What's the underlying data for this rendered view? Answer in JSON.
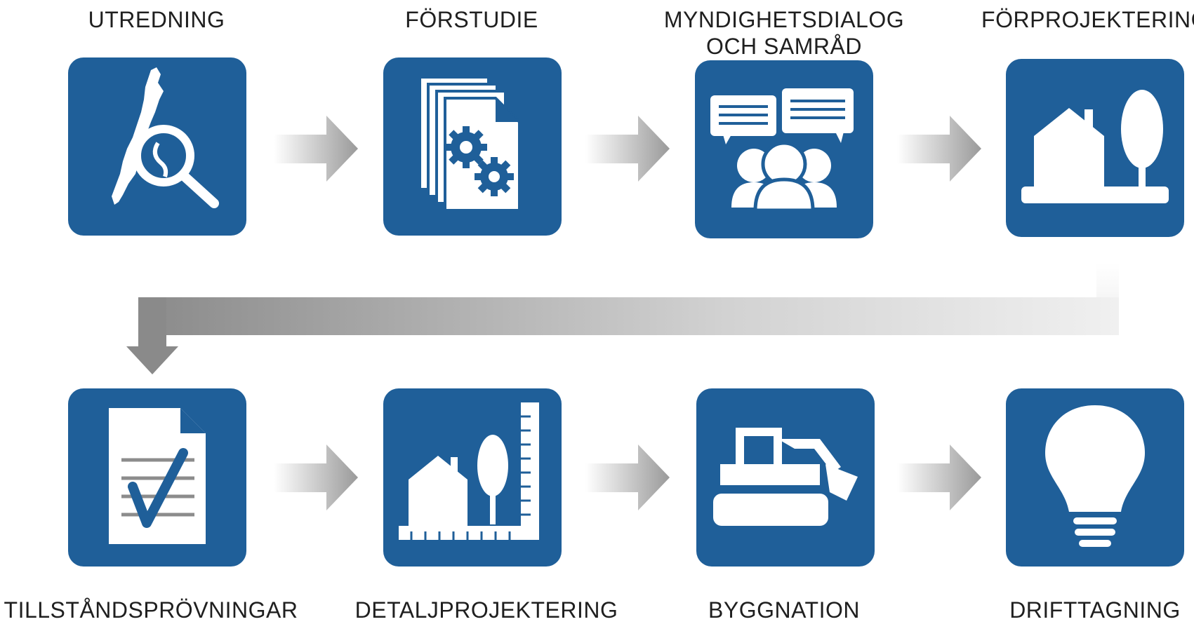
{
  "steps": [
    {
      "label": "UTREDNING",
      "icon": "sweden-map-magnifier-icon"
    },
    {
      "label": "FÖRSTUDIE",
      "icon": "documents-gears-icon"
    },
    {
      "label_line1": "MYNDIGHETSDIALOG",
      "label_line2": "OCH SAMRÅD",
      "icon": "people-dialogue-icon"
    },
    {
      "label": "FÖRPROJEKTERING",
      "icon": "house-tree-icon"
    },
    {
      "label": "TILLSTÅNDSPRÖVNINGAR",
      "icon": "document-checkmark-icon"
    },
    {
      "label": "DETALJPROJEKTERING",
      "icon": "house-tree-ruler-icon"
    },
    {
      "label": "BYGGNATION",
      "icon": "excavator-icon"
    },
    {
      "label": "DRIFTTAGNING",
      "icon": "light-bulb-icon"
    }
  ],
  "colors": {
    "tile": "#1f5f99",
    "icon": "#ffffff",
    "arrow_dark": "#8c8c8c",
    "arrow_light": "#f2f2f2",
    "text": "#1f1f1f"
  }
}
